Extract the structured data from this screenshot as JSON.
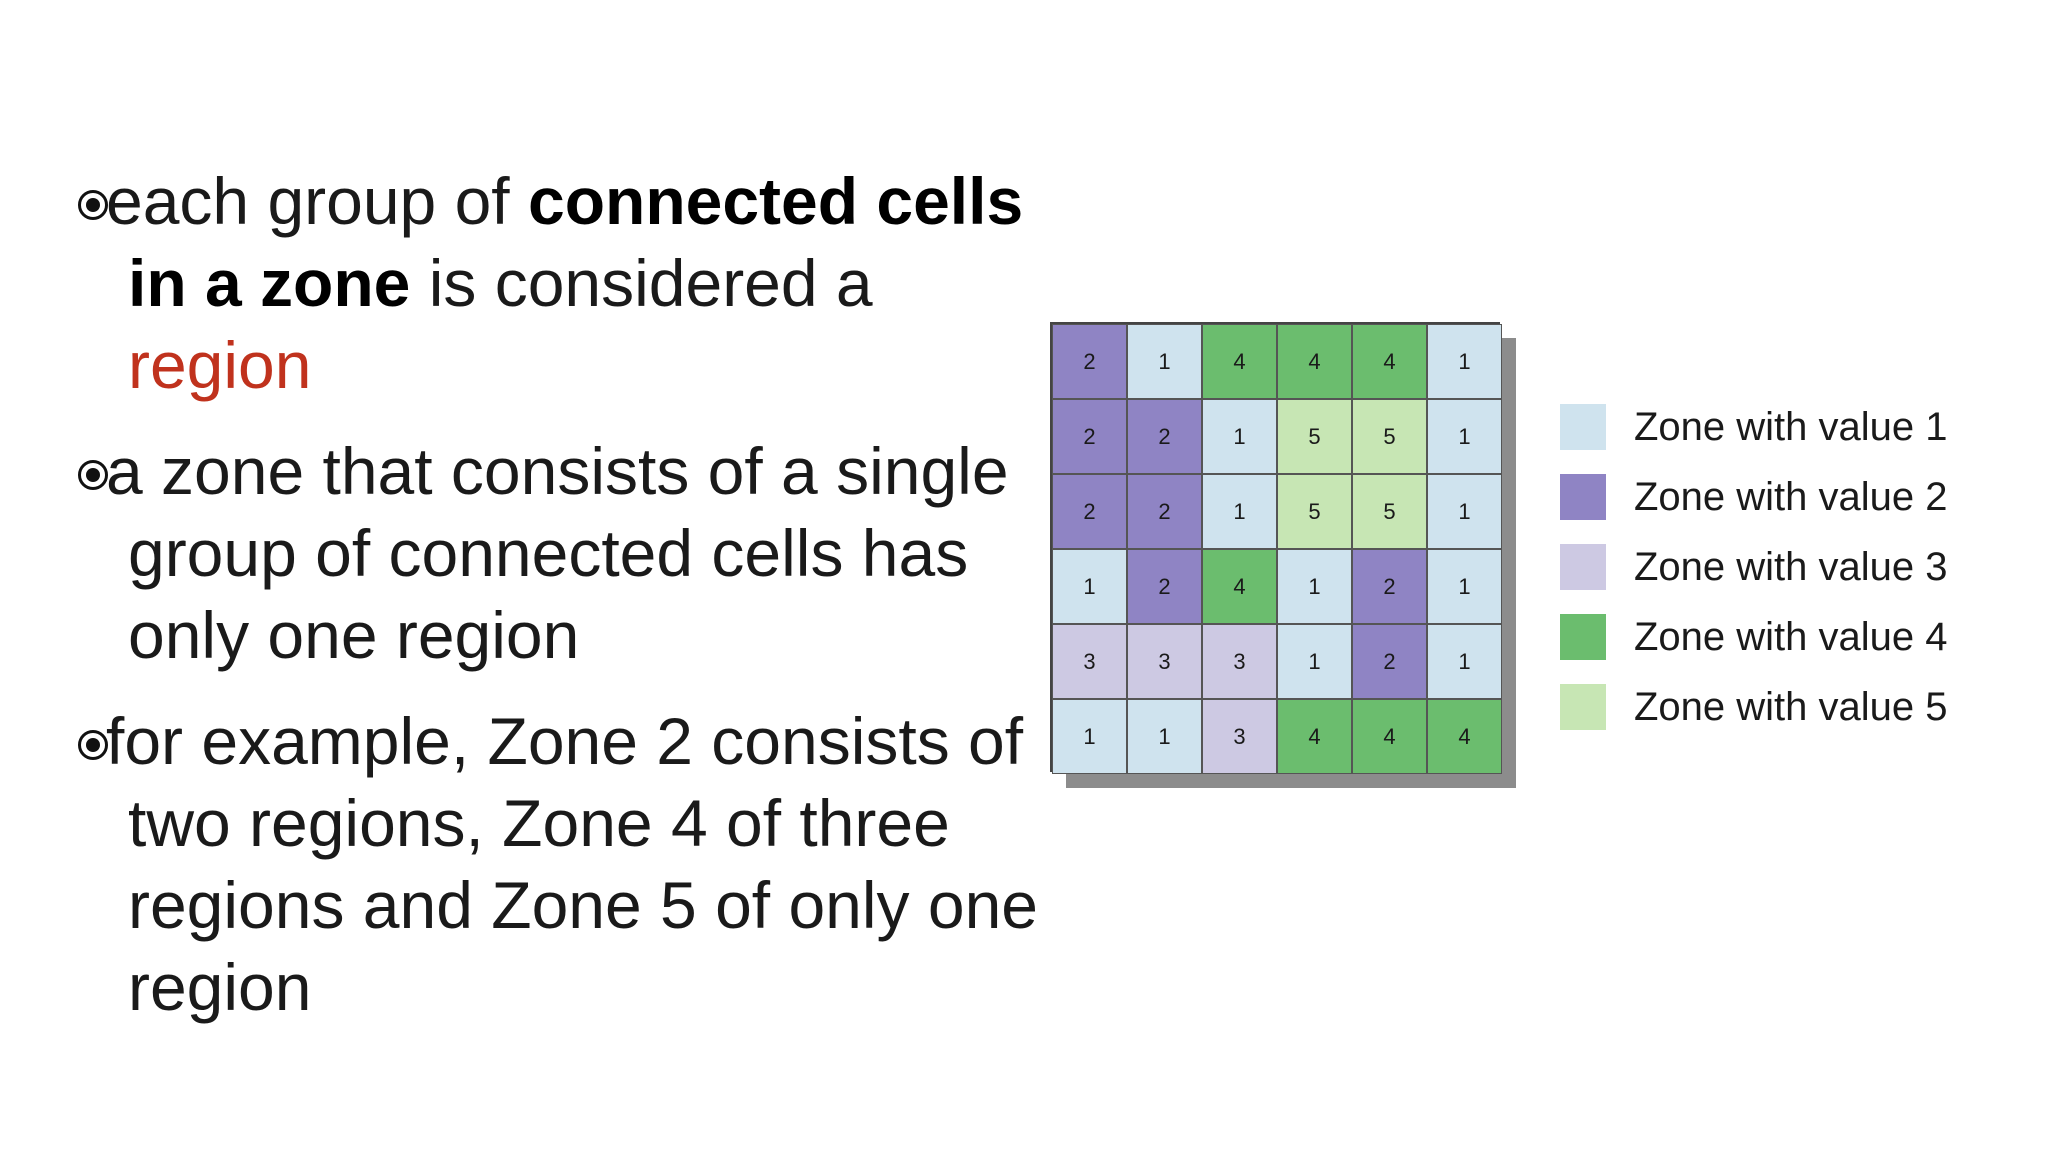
{
  "bullets": [
    {
      "segments": [
        {
          "text": "each group of ",
          "style": "normal"
        },
        {
          "text": "connected cells in a zone",
          "style": "strong"
        },
        {
          "text": " is considered a ",
          "style": "normal"
        },
        {
          "text": "region",
          "style": "accent"
        }
      ]
    },
    {
      "segments": [
        {
          "text": "a zone that consists of a single group of connected cells has only one region",
          "style": "normal"
        }
      ]
    },
    {
      "segments": [
        {
          "text": "for example, Zone 2 consists of two regions, Zone 4 of three regions and Zone 5 of only one region",
          "style": "normal"
        }
      ]
    }
  ],
  "grid": {
    "rows": [
      [
        "2",
        "1",
        "4",
        "4",
        "4",
        "1"
      ],
      [
        "2",
        "2",
        "1",
        "5",
        "5",
        "1"
      ],
      [
        "2",
        "2",
        "1",
        "5",
        "5",
        "1"
      ],
      [
        "1",
        "2",
        "4",
        "1",
        "2",
        "1"
      ],
      [
        "3",
        "3",
        "3",
        "1",
        "2",
        "1"
      ],
      [
        "1",
        "1",
        "3",
        "4",
        "4",
        "4"
      ]
    ]
  },
  "zone_colors": {
    "1": "#cfe3ee",
    "2": "#8f84c4",
    "3": "#cdc9e3",
    "4": "#6bbd6e",
    "5": "#c7e6b4"
  },
  "accent_color": "#c0321d",
  "legend": [
    {
      "value": "1",
      "label": "Zone with value 1"
    },
    {
      "value": "2",
      "label": "Zone with value 2"
    },
    {
      "value": "3",
      "label": "Zone with value 3"
    },
    {
      "value": "4",
      "label": "Zone with value 4"
    },
    {
      "value": "5",
      "label": "Zone with value 5"
    }
  ]
}
